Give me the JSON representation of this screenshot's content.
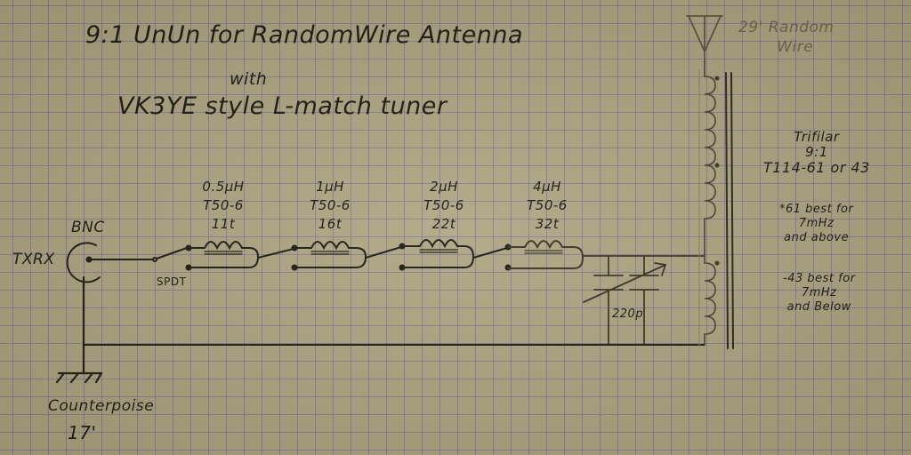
{
  "title": {
    "line1": "9:1 UnUn for RandomWire Antenna",
    "line2": "with",
    "line3": "VK3YE style L-match tuner"
  },
  "antenna": {
    "label_line1": "29' Random",
    "label_line2": "Wire"
  },
  "transformer": {
    "line1": "Trifilar",
    "line2": "9:1",
    "line3": "T114-61 or 43",
    "note61_line1": "*61 best for",
    "note61_line2": "7mHz",
    "note61_line3": "and above",
    "note43_line1": "-43 best for",
    "note43_line2": "7mHz",
    "note43_line3": "and Below"
  },
  "connector": {
    "port_label": "TXRX",
    "type_label": "BNC",
    "switch_label": "SPDT"
  },
  "inductors": [
    {
      "value": "0.5µH",
      "core": "T50-6",
      "turns": "11t"
    },
    {
      "value": "1µH",
      "core": "T50-6",
      "turns": "16t"
    },
    {
      "value": "2µH",
      "core": "T50-6",
      "turns": "22t"
    },
    {
      "value": "4µH",
      "core": "T50-6",
      "turns": "32t"
    }
  ],
  "capacitor": {
    "value": "220p"
  },
  "ground": {
    "label_line1": "Counterpoise",
    "label_line2": "17'"
  },
  "colors": {
    "paper": "#afa685",
    "grid": "#6e6496",
    "ink": "#1a1712",
    "pencil": "#6d6552"
  }
}
